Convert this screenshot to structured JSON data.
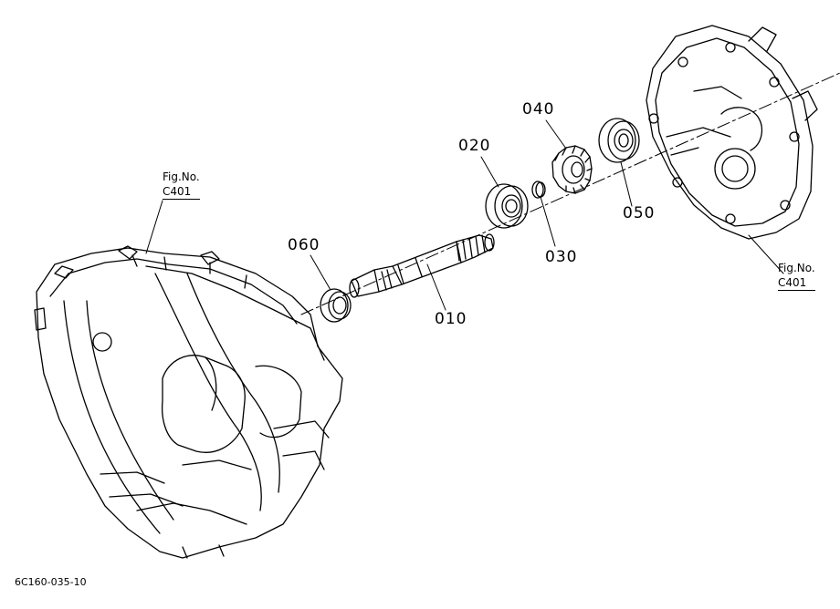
{
  "figure_refs": [
    {
      "fig_label": "Fig.No.",
      "ref": "C401"
    },
    {
      "fig_label": "Fig.No.",
      "ref": "C401"
    }
  ],
  "parts": [
    "010",
    "020",
    "030",
    "040",
    "050",
    "060"
  ],
  "footer_code": "6C160-035-10",
  "colors": {
    "line": "#000000",
    "background": "#ffffff"
  }
}
